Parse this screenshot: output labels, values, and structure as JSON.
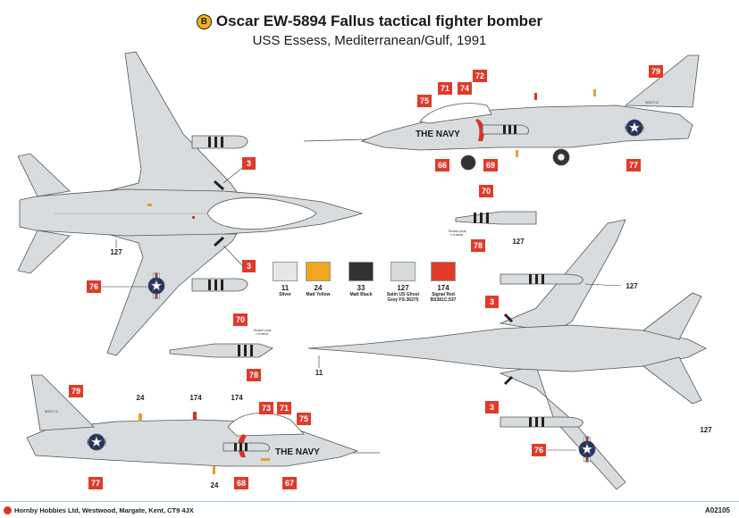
{
  "header": {
    "variant_letter": "B",
    "title": "Oscar EW-5894 Fallus tactical fighter bomber",
    "subtitle": "USS Essess, Mediterranean/Gulf, 1991"
  },
  "colors": {
    "decal_red": "#e03a2a",
    "airframe_grey": "#d9dcde",
    "outline": "#555555"
  },
  "paints": [
    {
      "number": "11",
      "name": "Silver",
      "hex": "#e6e6e6"
    },
    {
      "number": "24",
      "name": "Matt Yellow",
      "hex": "#f0a620"
    },
    {
      "number": "33",
      "name": "Matt Black",
      "hex": "#333333"
    },
    {
      "number": "127",
      "name": "Satin US Ghost Grey FS:36375",
      "hex": "#d6dadd"
    },
    {
      "number": "174",
      "name": "Signal Red BS381C:537",
      "hex": "#e03a2a"
    }
  ],
  "decals": {
    "d3": "3",
    "d66": "66",
    "d67": "67",
    "d68": "68",
    "d69": "69",
    "d70": "70",
    "d71": "71",
    "d72": "72",
    "d73": "73",
    "d74": "74",
    "d75": "75",
    "d76": "76",
    "d77": "77",
    "d78": "78",
    "d79": "79"
  },
  "paint_callouts": {
    "c11": "11",
    "c24": "24",
    "c127": "127",
    "c174": "174"
  },
  "markings": {
    "the_navy": "THE NAVY",
    "serial": "90577-0",
    "rocket_pod_note_1": "Rocket pods",
    "rocket_pod_note_2": "x 8 decal"
  },
  "footer": {
    "company": "Hornby Hobbies Ltd, Westwood, Margate, Kent, CT9 4JX",
    "code": "A02105"
  }
}
